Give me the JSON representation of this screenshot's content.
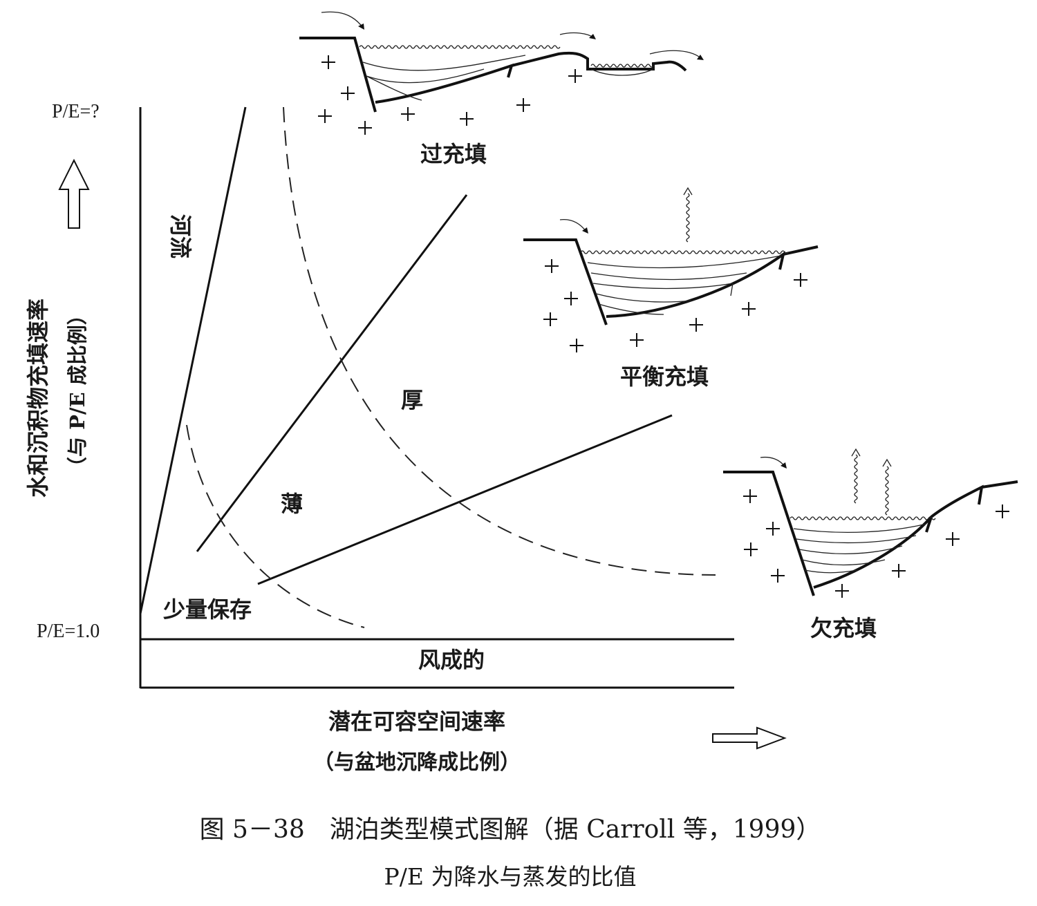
{
  "axes": {
    "y_title": "水和沉积物充填速率",
    "y_subtitle": "（与 P/E 成比例）",
    "y_top_tick": "P/E=?",
    "y_base_tick": "P/E=1.0",
    "x_title": "潜在可容空间速率",
    "x_subtitle": "（与盆地沉降成比例）"
  },
  "regions": {
    "fluvial": "河流",
    "thick": "厚",
    "thin": "薄",
    "little_preserved": "少量保存",
    "aeolian": "风成的"
  },
  "lake_types": {
    "overfilled": "过充填",
    "balanced": "平衡充填",
    "underfilled": "欠充填"
  },
  "caption": {
    "title": "图 5－38　湖泊类型模式图解（据 Carroll 等，1999）",
    "note": "P/E 为降水与蒸发的比值"
  },
  "colors": {
    "line": "#111111",
    "background": "#ffffff"
  }
}
